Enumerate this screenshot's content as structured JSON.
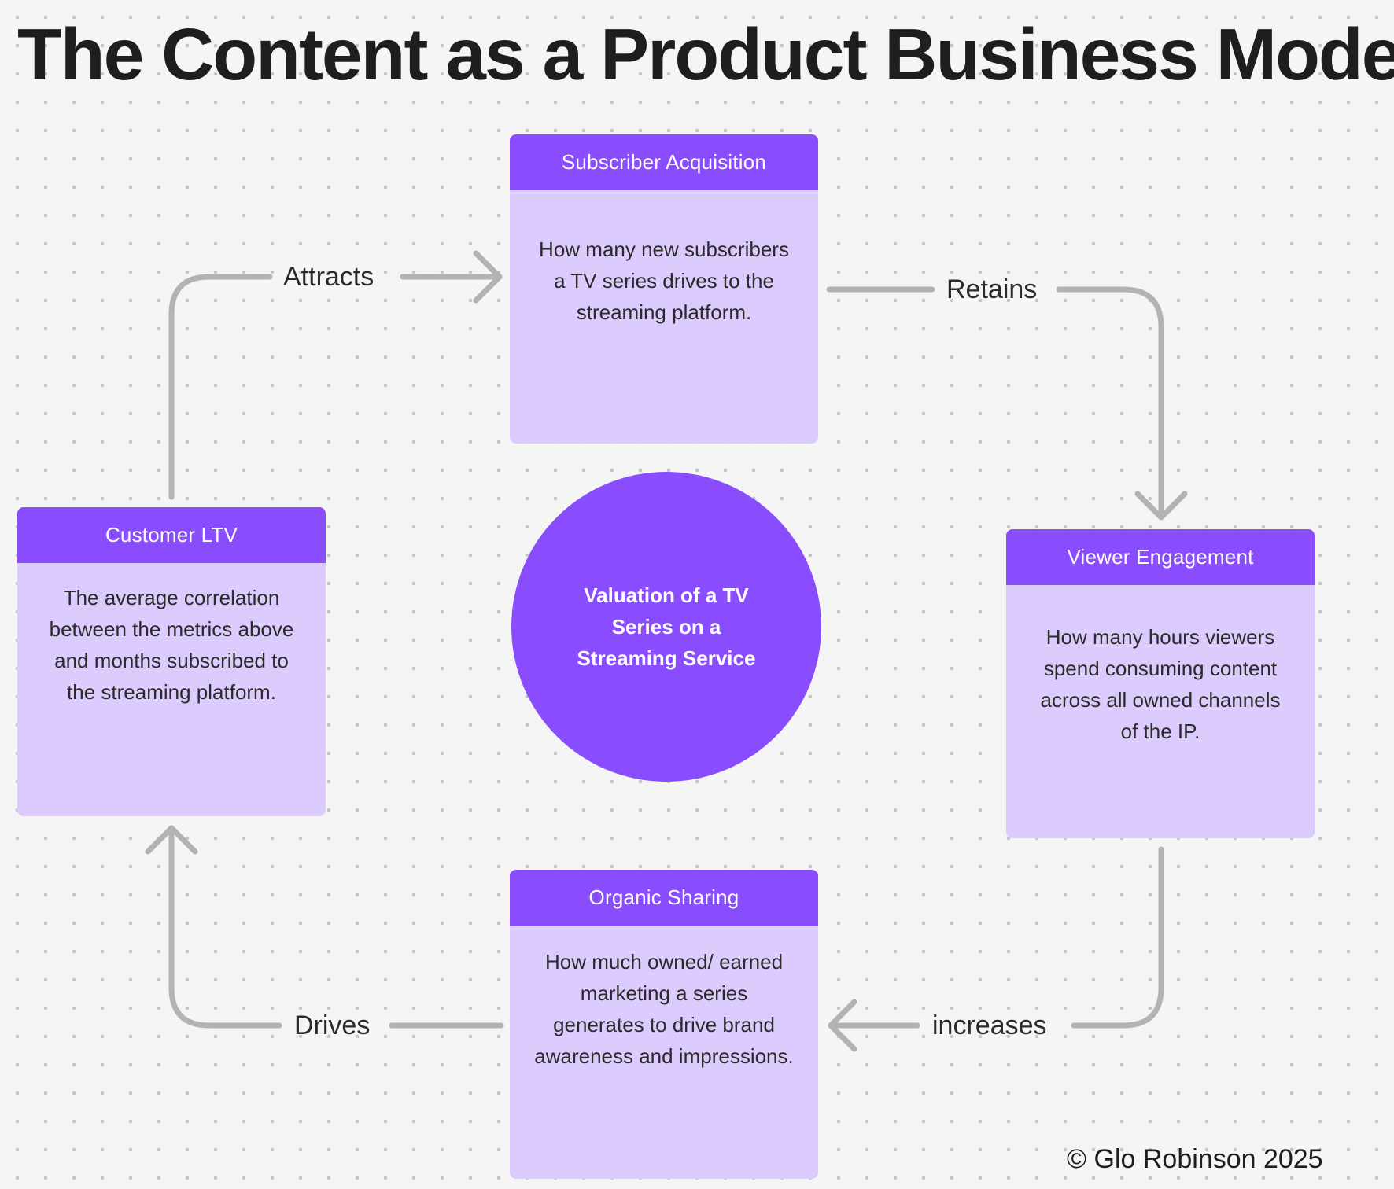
{
  "title": "The Content as a Product Business Model",
  "center": {
    "label": "Valuation of a TV Series on a Streaming Service"
  },
  "cards": {
    "subscriber_acquisition": {
      "title": "Subscriber Acquisition",
      "body": "How many new subscribers a TV series drives to the streaming platform."
    },
    "viewer_engagement": {
      "title": "Viewer Engagement",
      "body": "How many hours viewers spend consuming content across all owned channels of the IP."
    },
    "organic_sharing": {
      "title": "Organic Sharing",
      "body": "How much owned/ earned marketing a series generates to drive brand awareness and impressions."
    },
    "customer_ltv": {
      "title": "Customer LTV",
      "body": "The average correlation between the metrics above and months subscribed to the streaming platform."
    }
  },
  "connectors": {
    "attracts": "Attracts",
    "retains": "Retains",
    "increases": "increases",
    "drives": "Drives"
  },
  "colors": {
    "accent": "#8a4dfd",
    "card_fill": "#dccbfd",
    "connector": "#b3b3b3",
    "background": "#f5f5f5"
  },
  "footer": {
    "copyright": "© Glo Robinson 2025"
  }
}
